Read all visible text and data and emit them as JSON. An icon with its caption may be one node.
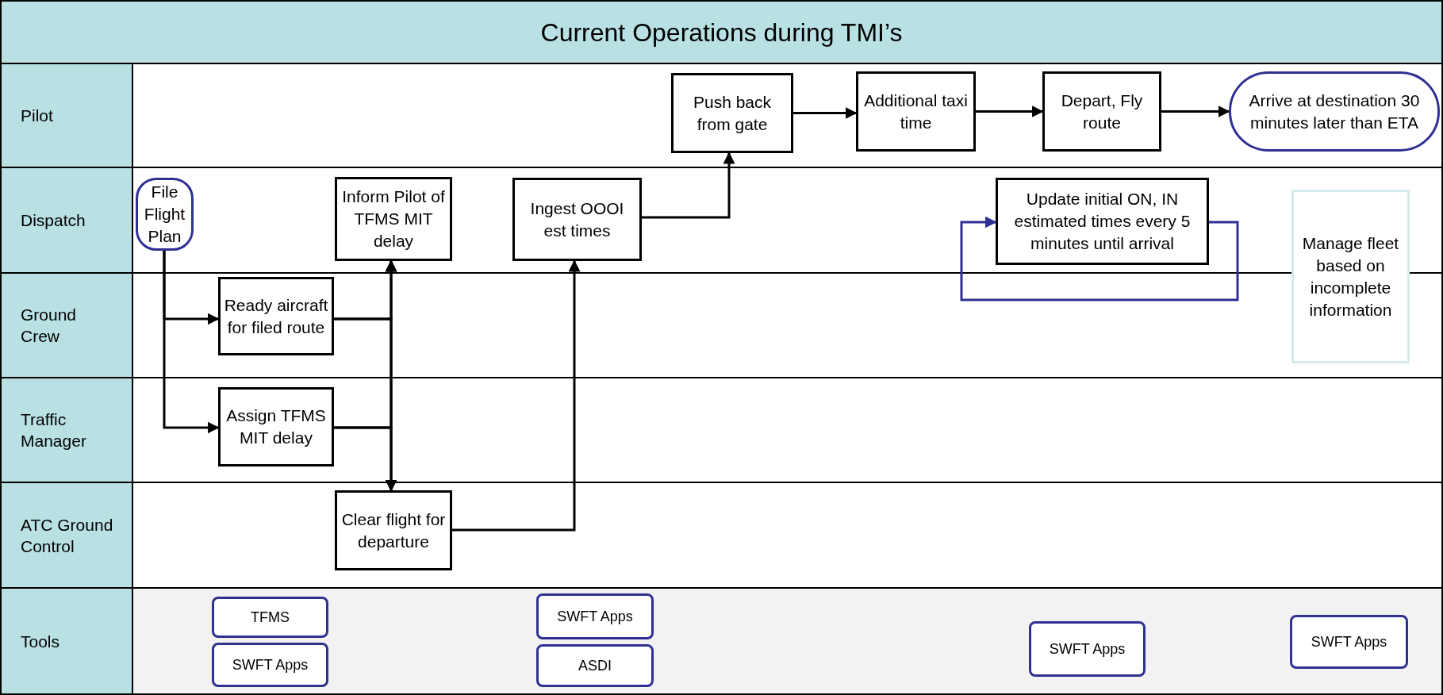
{
  "diagram": {
    "title": "Current Operations during TMI’s",
    "nodes": [
      {
        "text": [
          "Pilot"
        ]
      },
      {
        "text": [
          "Dispatch"
        ]
      },
      {
        "text": [
          "Ground Crew"
        ]
      },
      {
        "text": [
          "Traffic Manager"
        ]
      },
      {
        "text": [
          "ATC Ground Control"
        ]
      },
      {
        "text": [
          "Tools"
        ]
      },
      {
        "text": [
          "File Flight Plan"
        ]
      },
      {
        "text": [
          "Ready aircraft for filed route"
        ]
      },
      {
        "text": [
          "Assign TFMS MIT delay"
        ]
      },
      {
        "text": [
          "Inform Pilot of TFMS MIT delay"
        ]
      },
      {
        "text": [
          "Clear flight for departure"
        ]
      },
      {
        "text": [
          "Ingest OOOI est times"
        ]
      },
      {
        "text": [
          "Push back from gate"
        ]
      },
      {
        "text": [
          "Additional taxi time"
        ]
      },
      {
        "text": [
          "Depart, Fly route"
        ]
      },
      {
        "text": [
          "Arrive at destination 30 minutes later than ETA"
        ]
      },
      {
        "text": [
          "Update initial ON, IN estimated times every 5 minutes until arrival"
        ]
      },
      {
        "text": [
          "Manage fleet based on incomplete information"
        ]
      },
      {
        "text": [
          "TFMS"
        ]
      },
      {
        "text": [
          "SWFT Apps"
        ]
      },
      {
        "text": [
          "SWFT Apps"
        ]
      },
      {
        "text": [
          "ASDI"
        ]
      },
      {
        "text": [
          "SWFT Apps"
        ]
      },
      {
        "text": [
          "SWFT Apps"
        ]
      }
    ],
    "edges": [
      {
        "from": 6,
        "to": 7,
        "arrow": "to"
      },
      {
        "from": 6,
        "to": 8,
        "arrow": "to"
      },
      {
        "from": 7,
        "to": 9,
        "arrow": "to"
      },
      {
        "from": 7,
        "to": 10,
        "arrow": "to"
      },
      {
        "from": 8,
        "to": 9,
        "arrow": "to"
      },
      {
        "from": 8,
        "to": 10,
        "arrow": "to"
      },
      {
        "from": 10,
        "to": 11,
        "arrow": "to"
      },
      {
        "from": 11,
        "to": 12,
        "arrow": "to"
      },
      {
        "from": 12,
        "to": 13,
        "arrow": "to"
      },
      {
        "from": 13,
        "to": 14,
        "arrow": "to"
      },
      {
        "from": 14,
        "to": 15,
        "arrow": "to"
      },
      {
        "from": 16,
        "to": 16,
        "arrow": "to",
        "color": "#2e3192"
      }
    ]
  }
}
